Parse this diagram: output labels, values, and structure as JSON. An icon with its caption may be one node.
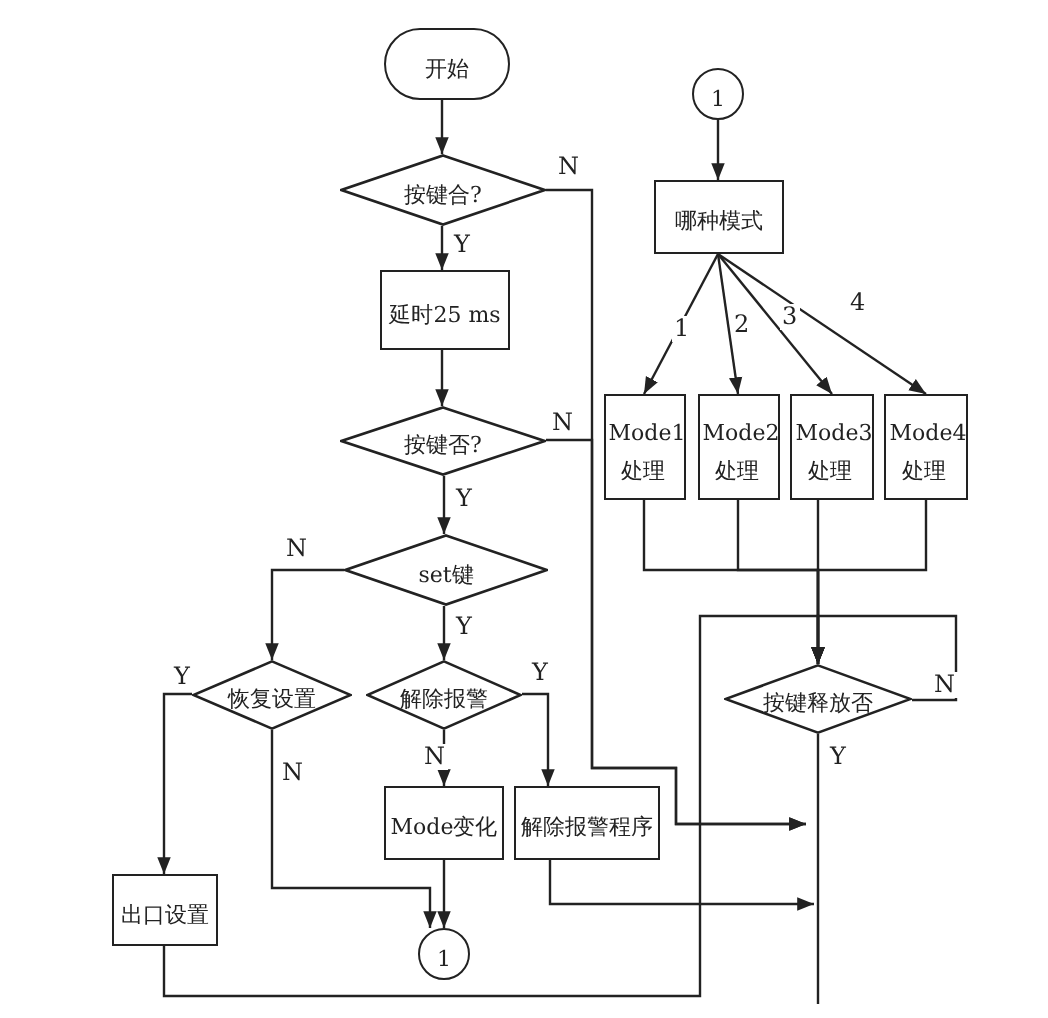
{
  "diagram": {
    "nodes": [
      {
        "text": [
          "开始"
        ]
      },
      {
        "text": [
          "按键合?"
        ]
      },
      {
        "text": [
          "延时25 ms"
        ]
      },
      {
        "text": [
          "按键否?"
        ]
      },
      {
        "text": [
          "set键"
        ]
      },
      {
        "text": [
          "恢复设置"
        ]
      },
      {
        "text": [
          "解除报警"
        ]
      },
      {
        "text": [
          "Mode变化"
        ]
      },
      {
        "text": [
          "解除报警程序"
        ]
      },
      {
        "text": [
          "出口设置"
        ]
      },
      {
        "text": [
          "1"
        ]
      },
      {
        "text": [
          "1"
        ]
      },
      {
        "text": [
          "哪种模式"
        ]
      },
      {
        "text": [
          "Mode1 处理"
        ]
      },
      {
        "text": [
          "Mode2 处理"
        ]
      },
      {
        "text": [
          "Mode3 处理"
        ]
      },
      {
        "text": [
          "Mode4 处理"
        ]
      },
      {
        "text": [
          "按键释放否"
        ]
      }
    ],
    "edges": [
      {
        "from": 0,
        "to": 1,
        "arrow": "to"
      },
      {
        "from": 1,
        "to": 2,
        "arrow": "to",
        "label": "Y"
      },
      {
        "from": 2,
        "to": 3,
        "arrow": "to"
      },
      {
        "from": 3,
        "to": 4,
        "arrow": "to",
        "label": "Y"
      },
      {
        "from": 4,
        "to": 5,
        "arrow": "to",
        "label": "N"
      },
      {
        "from": 4,
        "to": 6,
        "arrow": "to",
        "label": "Y"
      },
      {
        "from": 5,
        "to": 9,
        "arrow": "to",
        "label": "Y"
      },
      {
        "from": 5,
        "to": 10,
        "arrow": "to",
        "label": "N"
      },
      {
        "from": 6,
        "to": 7,
        "arrow": "to",
        "label": "N"
      },
      {
        "from": 6,
        "to": 8,
        "arrow": "to",
        "label": "Y"
      },
      {
        "from": 7,
        "to": 10,
        "arrow": "to"
      },
      {
        "from": 11,
        "to": 12,
        "arrow": "to"
      },
      {
        "from": 12,
        "to": 13,
        "arrow": "to",
        "label": "1"
      },
      {
        "from": 12,
        "to": 14,
        "arrow": "to",
        "label": "2"
      },
      {
        "from": 12,
        "to": 15,
        "arrow": "to",
        "label": "3"
      },
      {
        "from": 12,
        "to": 16,
        "arrow": "to",
        "label": "4"
      },
      {
        "from": 13,
        "to": 17,
        "arrow": "to"
      },
      {
        "from": 14,
        "to": 17,
        "arrow": "to"
      },
      {
        "from": 15,
        "to": 17,
        "arrow": "to"
      },
      {
        "from": 16,
        "to": 17,
        "arrow": "to"
      },
      {
        "from": 17,
        "to": 17,
        "arrow": "to",
        "label": "N"
      },
      {
        "from": 9,
        "to": 17,
        "arrow": "to"
      },
      {
        "from": 1,
        "to": null,
        "arrow": "to",
        "label": "N"
      },
      {
        "from": 3,
        "to": null,
        "arrow": "to",
        "label": "N"
      },
      {
        "from": 17,
        "to": null,
        "arrow": "none",
        "label": "Y"
      },
      {
        "from": 8,
        "to": null,
        "arrow": "to"
      }
    ]
  }
}
